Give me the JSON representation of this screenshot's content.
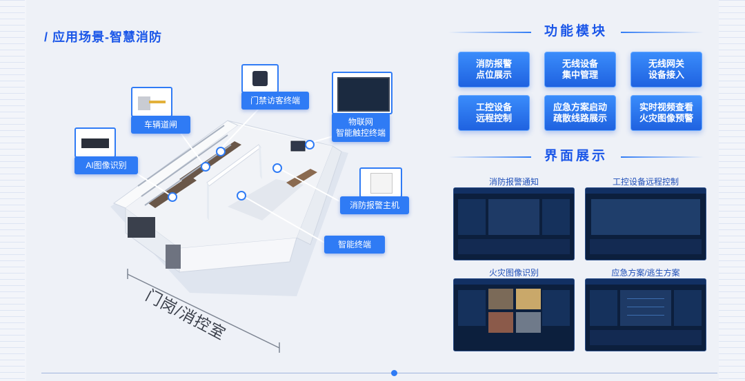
{
  "page": {
    "title": "/ 应用场景-智慧消防"
  },
  "scene": {
    "floor_label": "门岗/消控室",
    "callouts": {
      "access_terminal": "门禁访客终端",
      "iot_terminal": "物联网\n智能触控终端",
      "barrier_gate": "车辆道闸",
      "ai_recognition": "AI图像识别",
      "fire_alarm_host": "消防报警主机",
      "smart_terminal": "智能终端"
    }
  },
  "features": {
    "title": "功能模块",
    "buttons": [
      "消防报警\n点位展示",
      "无线设备\n集中管理",
      "无线网关\n设备接入",
      "工控设备\n远程控制",
      "应急方案启动\n疏散线路展示",
      "实时视频查看\n火灾图像预警"
    ]
  },
  "interfaces": {
    "title": "界面展示",
    "screens": [
      "消防报警通知",
      "工控设备远程控制",
      "火灾图像识别",
      "应急方案/逃生方案"
    ]
  },
  "colors": {
    "accent": "#2f7bf5",
    "title": "#1a56e8",
    "dark_screen": "#0c1f3d"
  }
}
